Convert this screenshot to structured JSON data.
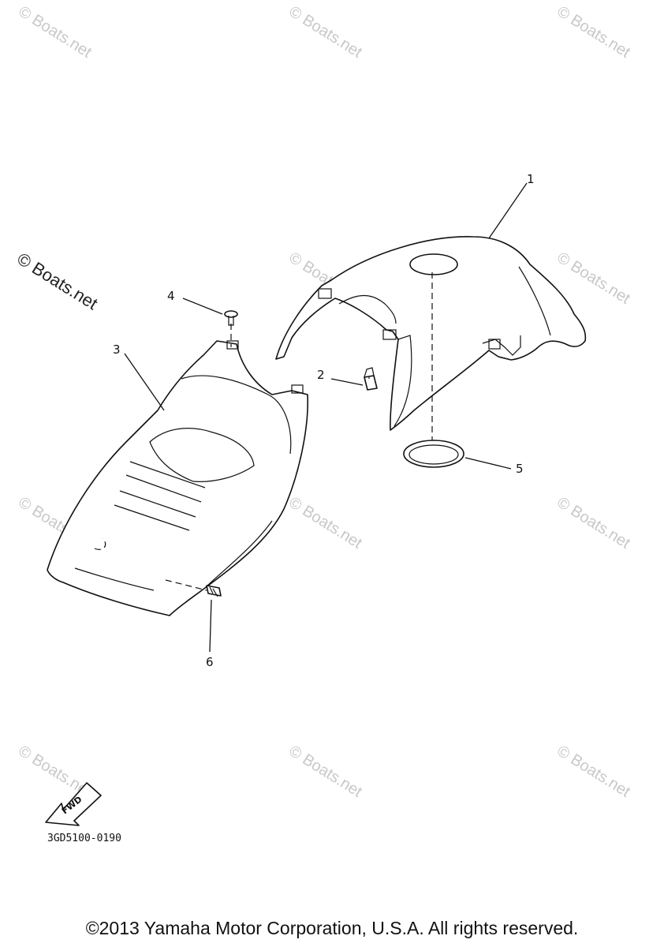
{
  "watermark": {
    "text": "© Boats.net"
  },
  "callouts": [
    {
      "label": "1"
    },
    {
      "label": "2"
    },
    {
      "label": "3"
    },
    {
      "label": "4"
    },
    {
      "label": "5"
    },
    {
      "label": "6"
    }
  ],
  "diagram_code": "3GD5100-0190",
  "fwd_label": "FWD",
  "copyright": "©2013 Yamaha Motor Corporation, U.S.A. All rights reserved."
}
